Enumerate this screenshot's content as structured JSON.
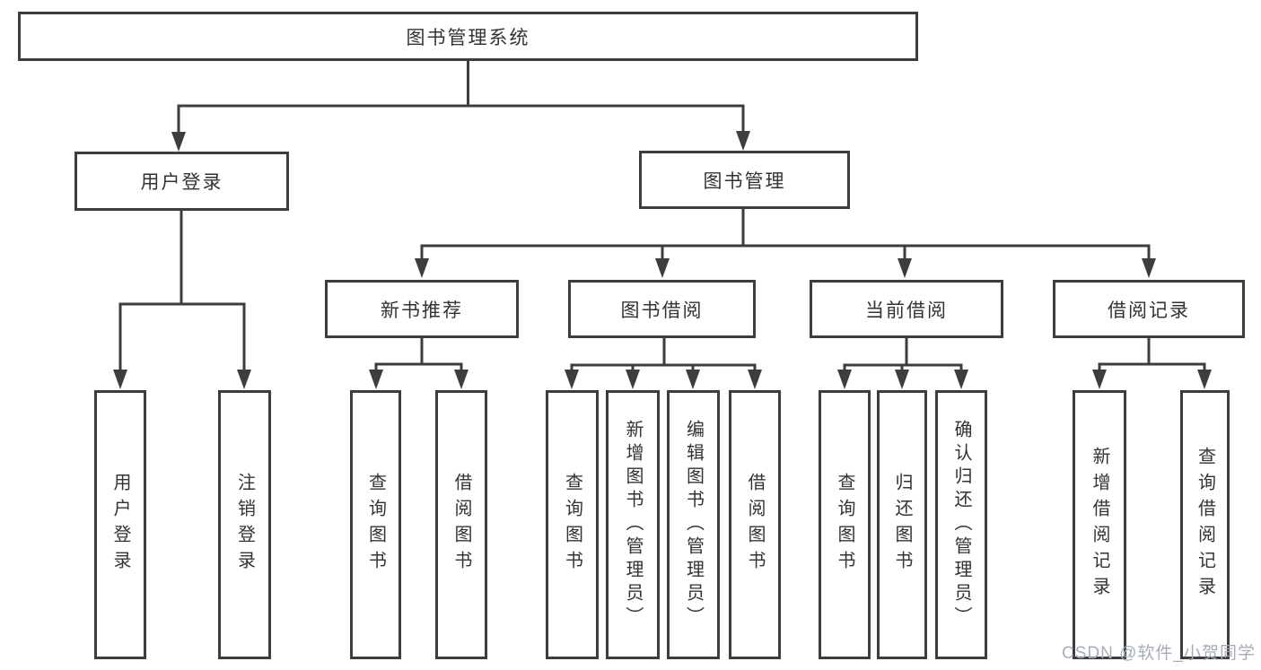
{
  "diagram": {
    "title": "图书管理系统",
    "type": "hierarchy-tree",
    "structure": {
      "图书管理系统": {
        "用户登录": [
          "用户登录",
          "注销登录"
        ],
        "图书管理": {
          "新书推荐": [
            "查询图书",
            "借阅图书"
          ],
          "图书借阅": [
            "查询图书",
            "新增图书（管理员）",
            "编辑图书（管理员）",
            "借阅图书"
          ],
          "当前借阅": [
            "查询图书",
            "归还图书",
            "确认归还（管理员）"
          ],
          "借阅记录": [
            "新增借阅记录",
            "查询借阅记录"
          ]
        }
      }
    }
  },
  "nodes": {
    "root": {
      "label": "图书管理系统"
    },
    "user_login": {
      "label": "用户登录"
    },
    "book_mgmt": {
      "label": "图书管理"
    },
    "new_book_rec": {
      "label": "新书推荐"
    },
    "book_borrow": {
      "label": "图书借阅"
    },
    "current_borrow": {
      "label": "当前借阅"
    },
    "borrow_records": {
      "label": "借阅记录"
    },
    "leaf_user_login": {
      "label": "用户登录"
    },
    "leaf_logout": {
      "label": "注销登录"
    },
    "leaf_query_books_rec": {
      "label": "查询图书"
    },
    "leaf_borrow_books_rec": {
      "label": "借阅图书"
    },
    "leaf_query_books_borrow": {
      "label": "查询图书"
    },
    "leaf_add_books": {
      "label": "新增图书（管理员）"
    },
    "leaf_edit_books": {
      "label": "编辑图书（管理员）"
    },
    "leaf_borrow_books": {
      "label": "借阅图书"
    },
    "leaf_query_books_current": {
      "label": "查询图书"
    },
    "leaf_return_books": {
      "label": "归还图书"
    },
    "leaf_confirm_return": {
      "label": "确认归还（管理员）"
    },
    "leaf_add_borrow_record": {
      "label": "新增借阅记录"
    },
    "leaf_query_borrow_record": {
      "label": "查询借阅记录"
    }
  },
  "watermark": {
    "text": "CSDN @软件_小贺同学"
  },
  "colors": {
    "line": "#3d3d3d",
    "border": "#3d3d3d",
    "text": "#333333",
    "watermark": "#a6adb8",
    "background": "#ffffff"
  }
}
